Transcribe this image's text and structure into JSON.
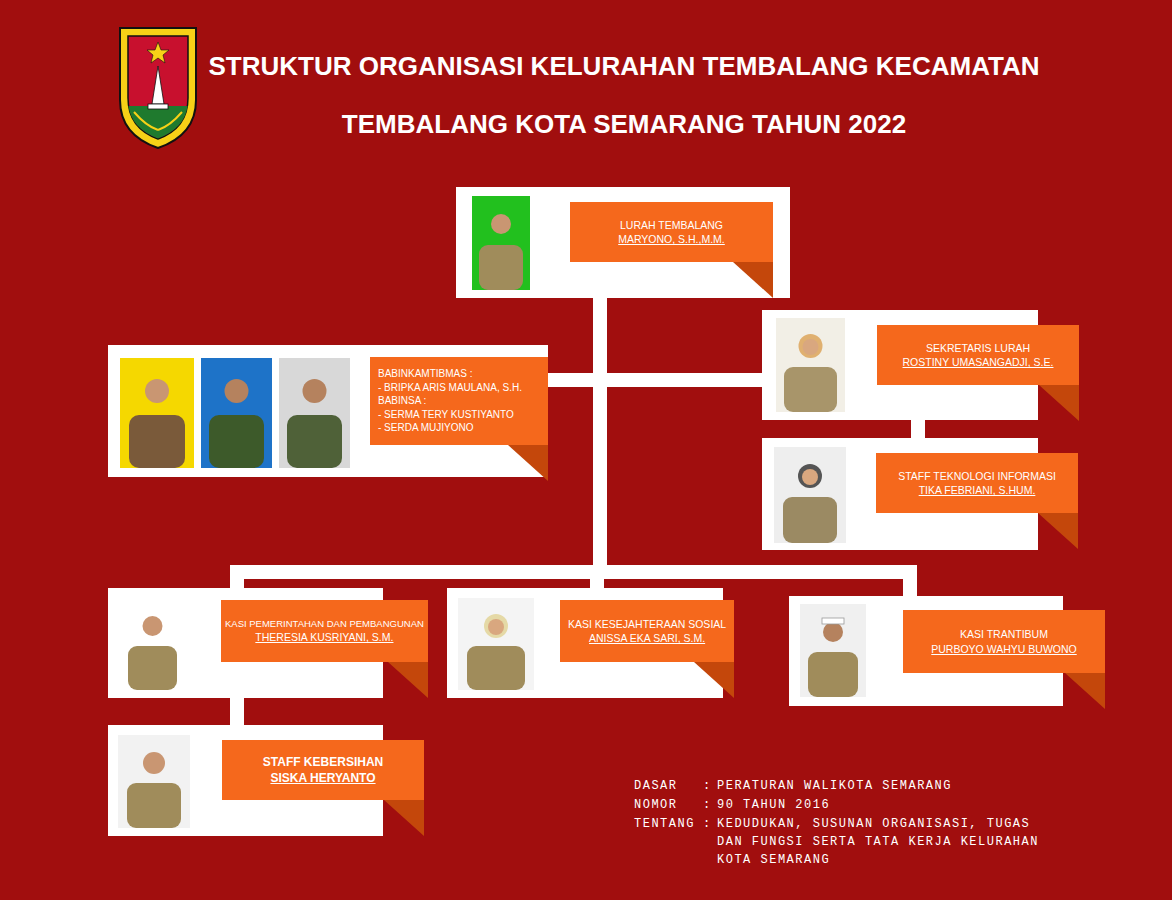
{
  "diagram": {
    "title": "STRUKTUR ORGANISASI KELURAHAN TEMBALANG KECAMATAN TEMBALANG KOTA SEMARANG TAHUN 2022",
    "nodes": [
      {
        "text": [
          "LURAH TEMBALANG",
          "MARYONO, S.H.,M.M."
        ]
      },
      {
        "text": [
          "BABINKAMTIBMAS :",
          "- BRIPKA ARIS MAULANA, S.H.",
          "BABINSA :",
          "- SERMA TERY KUSTIYANTO",
          "- SERDA MUJIYONO"
        ]
      },
      {
        "text": [
          "SEKRETARIS LURAH",
          "ROSTINY UMASANGADJI, S.E."
        ]
      },
      {
        "text": [
          "STAFF TEKNOLOGI INFORMASI",
          "TIKA FEBRIANI, S.HUM."
        ]
      },
      {
        "text": [
          "KASI PEMERINTAHAN DAN PEMBANGUNAN",
          "THERESIA KUSRIYANI, S.M."
        ]
      },
      {
        "text": [
          "KASI KESEJAHTERAAN SOSIAL",
          "ANISSA EKA SARI, S.M."
        ]
      },
      {
        "text": [
          "KASI TRANTIBUM",
          "PURBOYO WAHYU BUWONO"
        ]
      },
      {
        "text": [
          "STAFF KEBERSIHAN",
          "SISKA HERYANTO"
        ]
      }
    ],
    "edges": [
      {
        "from": 0,
        "to": 1,
        "arrow": "none"
      },
      {
        "from": 0,
        "to": 2,
        "arrow": "none"
      },
      {
        "from": 2,
        "to": 3,
        "arrow": "none"
      },
      {
        "from": 0,
        "to": 4,
        "arrow": "none"
      },
      {
        "from": 0,
        "to": 5,
        "arrow": "none"
      },
      {
        "from": 0,
        "to": 6,
        "arrow": "none"
      },
      {
        "from": 4,
        "to": 7,
        "arrow": "none"
      }
    ],
    "labels": [
      "DASAR",
      ":",
      "PERATURAN WALIKOTA SEMARANG",
      "NOMOR",
      ":",
      "90 TAHUN 2016",
      "TENTANG",
      ":",
      "KEDUDUKAN, SUSUNAN ORGANISASI, TUGAS DAN FUNGSI SERTA TATA KERJA KELURAHAN KOTA SEMARANG"
    ]
  }
}
